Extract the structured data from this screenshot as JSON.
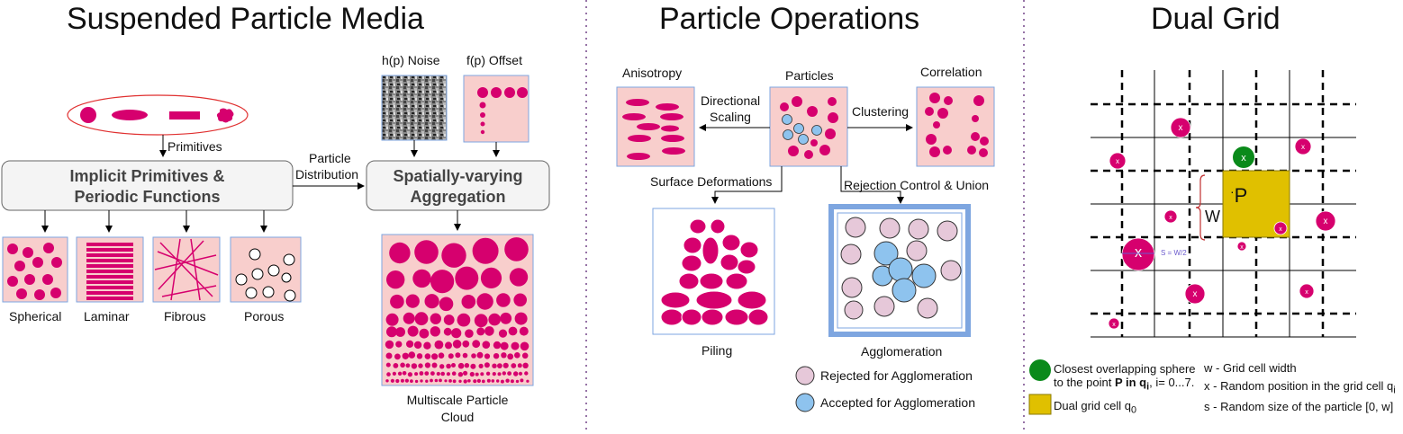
{
  "sections": {
    "left_title": "Suspended Particle Media",
    "mid_title": "Particle Operations",
    "right_title": "Dual Grid"
  },
  "left": {
    "primitives_label": "Primitives",
    "implicit_box_line1": "Implicit Primitives &",
    "implicit_box_line2": "Periodic Functions",
    "particle_distribution_line1": "Particle",
    "particle_distribution_line2": "Distribution",
    "aggregation_line1": "Spatially-varying",
    "aggregation_line2": "Aggregation",
    "noise_label": "h(p) Noise",
    "offset_label": "f(p) Offset",
    "media_types": [
      "Spherical",
      "Laminar",
      "Fibrous",
      "Porous"
    ],
    "cloud_line1": "Multiscale Particle",
    "cloud_line2": "Cloud"
  },
  "middle": {
    "anisotropy": "Anisotropy",
    "particles": "Particles",
    "correlation": "Correlation",
    "directional_line1": "Directional",
    "directional_line2": "Scaling",
    "clustering": "Clustering",
    "surface_deformations": "Surface Deformations",
    "rejection_control": "Rejection Control & Union",
    "piling": "Piling",
    "agglomeration": "Agglomeration",
    "legend_rejected": "Rejected for Agglomeration",
    "legend_accepted": "Accepted for Agglomeration"
  },
  "right": {
    "cell_label": "P",
    "w_label": "W",
    "s_label": "S = W/2",
    "x_mark": "x",
    "closest_sphere_line1": "Closest overlapping sphere",
    "closest_sphere_line2_pre": "to the point ",
    "closest_sphere_line2_bold": "P in q",
    "closest_sphere_line2_sub": "i",
    "closest_sphere_line2_post": ", i= 0...7.",
    "dual_cell": "Dual grid cell q",
    "dual_cell_sub": "0",
    "legend_w_key": "w",
    "legend_w": "- Grid cell width",
    "legend_x_key": "x",
    "legend_x": "- Random position in the grid cell q",
    "legend_x_sub": "i",
    "legend_s_key": "s",
    "legend_s": "- Random size of the particle [0, w]"
  },
  "colors": {
    "magenta": "#d6006e",
    "pink_bg": "#f8cecc",
    "blue_border": "#7ea6e0",
    "purple_divider": "#9673a6",
    "rejected_fill": "#e6c8d9",
    "accepted_fill": "#8ec3ee",
    "green": "#0a8a1a",
    "yellow": "#e0c000"
  }
}
